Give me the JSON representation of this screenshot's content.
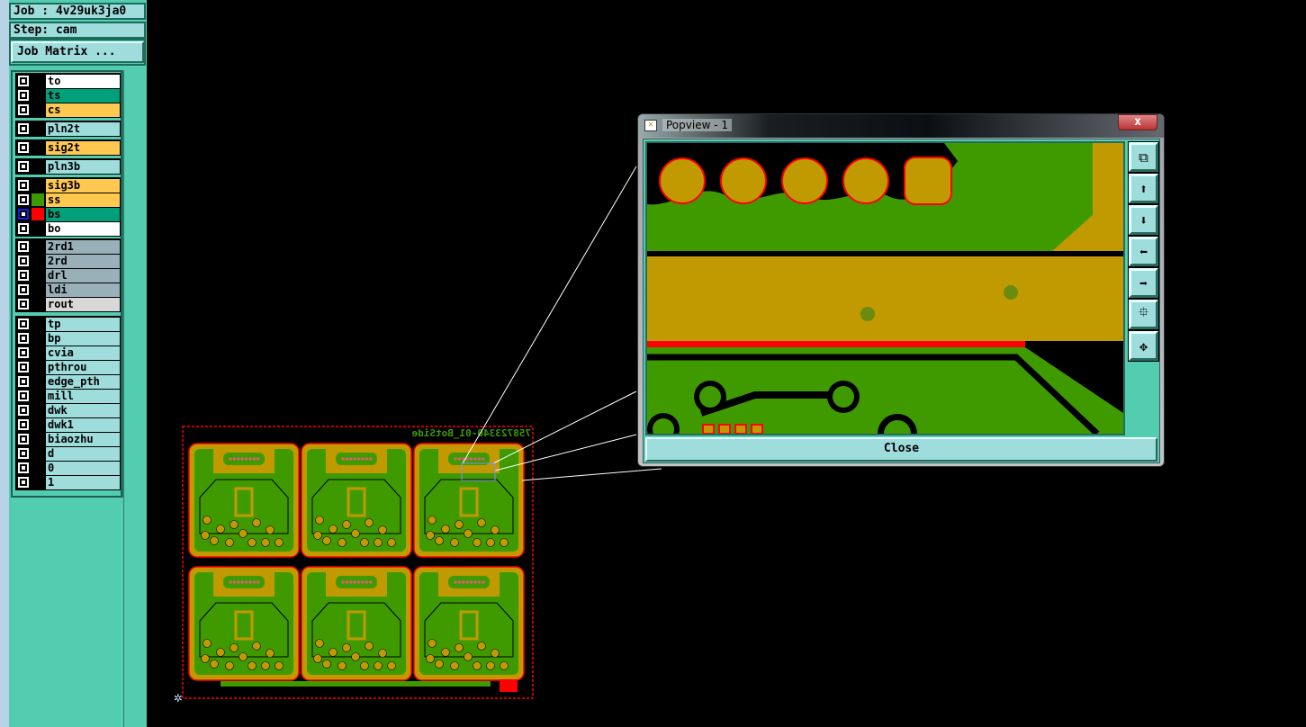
{
  "job": {
    "job_label": "Job : 4v29uk3ja0",
    "step_label": "Step: cam",
    "matrix_button": "Job Matrix ..."
  },
  "layers": [
    {
      "group": 0,
      "name": "to",
      "color": "#ffffff",
      "swatch": "#000000"
    },
    {
      "group": 0,
      "name": "ts",
      "color": "#00a07a",
      "swatch": "#000000"
    },
    {
      "group": 0,
      "name": "cs",
      "color": "#ffc850",
      "swatch": "#000000"
    },
    {
      "group": 1,
      "name": "pln2t",
      "color": "#9fdcdc",
      "swatch": "#000000"
    },
    {
      "group": 2,
      "name": "sig2t",
      "color": "#ffc850",
      "swatch": "#000000"
    },
    {
      "group": 3,
      "name": "pln3b",
      "color": "#9fdcdc",
      "swatch": "#000000"
    },
    {
      "group": 4,
      "name": "sig3b",
      "color": "#ffc850",
      "swatch": "#000000"
    },
    {
      "group": 4,
      "name": "ss",
      "color": "#ffc850",
      "swatch": "#3f9a00"
    },
    {
      "group": 4,
      "name": "bs",
      "color": "#00a07a",
      "swatch": "#ff0000",
      "selected": true,
      "work": true
    },
    {
      "group": 4,
      "name": "bo",
      "color": "#ffffff",
      "swatch": "#000000"
    },
    {
      "group": 5,
      "name": "2rd1",
      "color": "#9ab0b8",
      "swatch": "#000000"
    },
    {
      "group": 5,
      "name": "2rd",
      "color": "#9ab0b8",
      "swatch": "#000000"
    },
    {
      "group": 5,
      "name": "drl",
      "color": "#9ab0b8",
      "swatch": "#000000"
    },
    {
      "group": 5,
      "name": "ldi",
      "color": "#9ab0b8",
      "swatch": "#000000"
    },
    {
      "group": 5,
      "name": "rout",
      "color": "#d8d8d8",
      "swatch": "#000000"
    },
    {
      "group": 6,
      "name": "tp",
      "color": "#9fdcdc",
      "swatch": "#000000"
    },
    {
      "group": 6,
      "name": "bp",
      "color": "#9fdcdc",
      "swatch": "#000000"
    },
    {
      "group": 6,
      "name": "cvia",
      "color": "#9fdcdc",
      "swatch": "#000000"
    },
    {
      "group": 6,
      "name": "pthrou",
      "color": "#9fdcdc",
      "swatch": "#000000"
    },
    {
      "group": 6,
      "name": "edge_pth",
      "color": "#9fdcdc",
      "swatch": "#000000"
    },
    {
      "group": 6,
      "name": "mill",
      "color": "#9fdcdc",
      "swatch": "#000000"
    },
    {
      "group": 6,
      "name": "dwk",
      "color": "#9fdcdc",
      "swatch": "#000000"
    },
    {
      "group": 6,
      "name": "dwk1",
      "color": "#9fdcdc",
      "swatch": "#000000"
    },
    {
      "group": 6,
      "name": "biaozhu",
      "color": "#9fdcdc",
      "swatch": "#000000"
    },
    {
      "group": 6,
      "name": "d",
      "color": "#9fdcdc",
      "swatch": "#000000"
    },
    {
      "group": 6,
      "name": "0",
      "color": "#9fdcdc",
      "swatch": "#000000"
    },
    {
      "group": 6,
      "name": "1",
      "color": "#9fdcdc",
      "swatch": "#000000"
    }
  ],
  "popview": {
    "title": "Popview - 1",
    "close_x": "x",
    "close_button": "Close",
    "tools": [
      {
        "icon": "zoom-to-window-icon",
        "glyph": "⧉"
      },
      {
        "icon": "pan-up-icon",
        "glyph": "⬆"
      },
      {
        "icon": "pan-down-icon",
        "glyph": "⬇"
      },
      {
        "icon": "pan-left-icon",
        "glyph": "⬅"
      },
      {
        "icon": "pan-right-icon",
        "glyph": "➡"
      },
      {
        "icon": "zoom-in-icon",
        "glyph": "⯐"
      },
      {
        "icon": "zoom-out-icon",
        "glyph": "✥"
      }
    ]
  },
  "board": {
    "label": "758723340-01_BotSide"
  },
  "colors": {
    "copper": "#c09a00",
    "ground": "#3f9a00",
    "outline": "#ff0000",
    "panel": "#52cdb0"
  }
}
